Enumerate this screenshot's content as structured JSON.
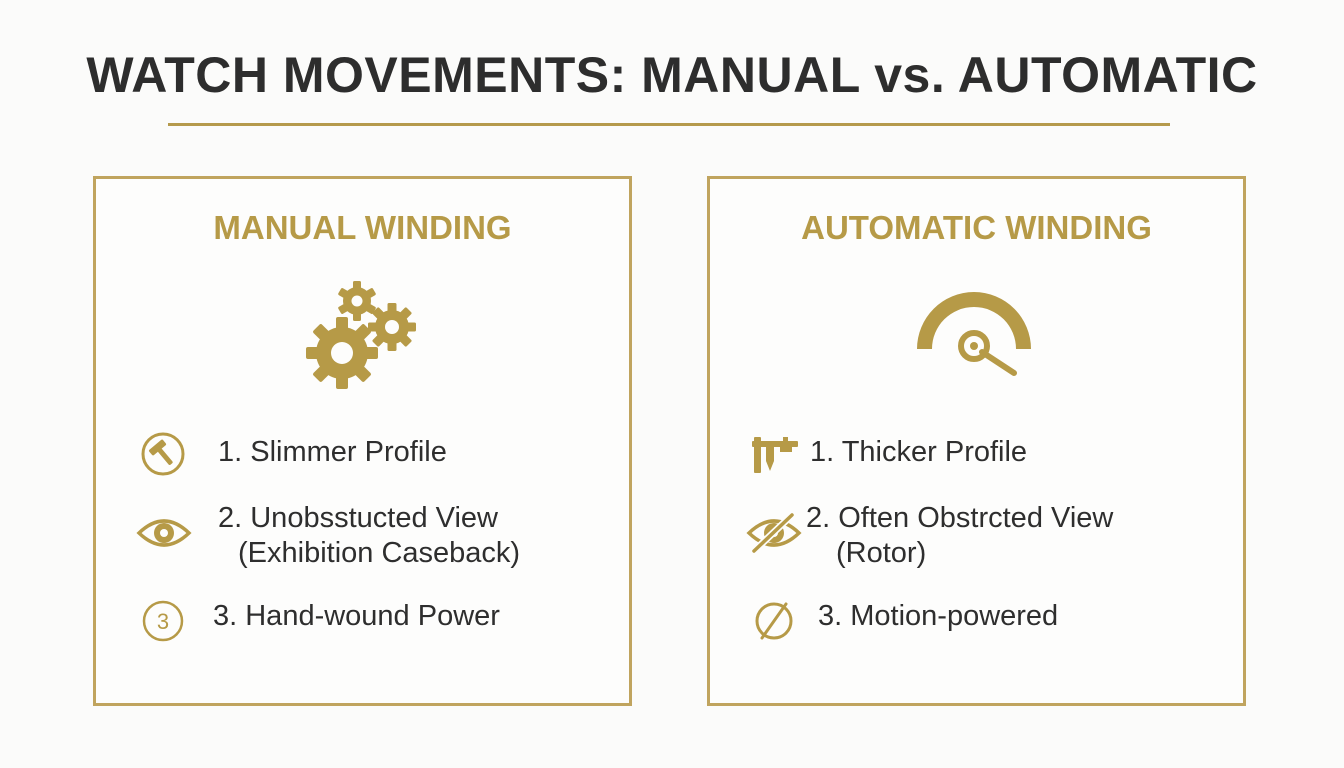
{
  "title": "WATCH MOVEMENTS: MANUAL vs. AUTOMATIC",
  "colors": {
    "gold": "#b69a47",
    "frame": "#c0a45e",
    "text": "#2e2e2e"
  },
  "manual": {
    "heading": "MANUAL WINDING",
    "hero_icon": "gears-icon",
    "features": [
      {
        "icon": "hammer-icon",
        "text": "1. Slimmer Profile"
      },
      {
        "icon": "eye-icon",
        "text": "2. Unobsstucted View",
        "sub": "(Exhibition Caseback)"
      },
      {
        "icon": "number-3-circle-icon",
        "icon_label": "3",
        "text": "3. Hand-wound Power"
      }
    ]
  },
  "automatic": {
    "heading": "AUTOMATIC WINDING",
    "hero_icon": "rotor-icon",
    "features": [
      {
        "icon": "caliper-icon",
        "text": "1. Thicker Profile"
      },
      {
        "icon": "eye-slash-icon",
        "text": "2. Often Obstrcted View",
        "sub": "(Rotor)"
      },
      {
        "icon": "empty-set-icon",
        "text": "3. Motion-powered"
      }
    ]
  }
}
